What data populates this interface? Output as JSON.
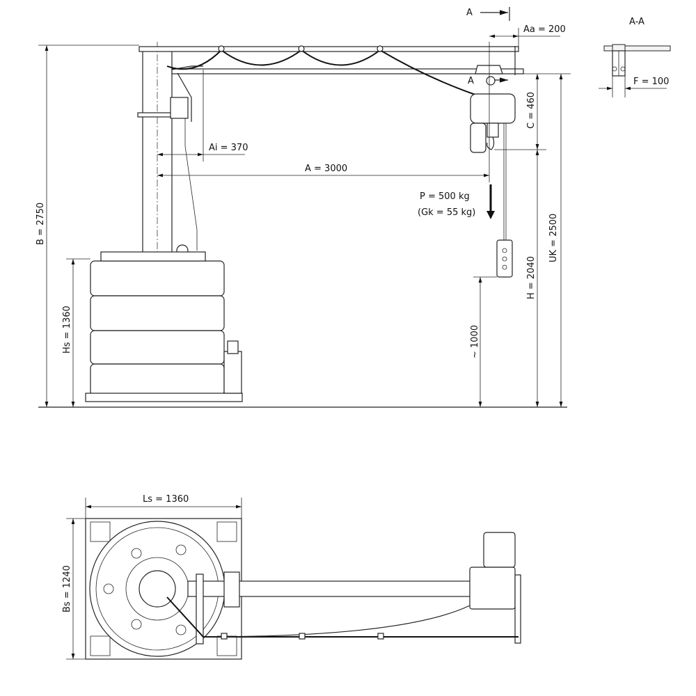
{
  "section_marker": {
    "top": "A",
    "bottom": "A",
    "section_title": "A-A"
  },
  "dimensions": {
    "aa": "Aa = 200",
    "f": "F = 100",
    "c": "C = 460",
    "ai": "Ai = 370",
    "a": "A = 3000",
    "b": "B = 2750",
    "hs": "Hs = 1360",
    "approx_hook": "~ 1000",
    "h": "H = 2040",
    "uk": "UK = 2500",
    "ls": "Ls = 1360",
    "bs": "Bs = 1240"
  },
  "load": {
    "capacity": "P = 500 kg",
    "dead_weight": "(Gk = 55 kg)"
  }
}
